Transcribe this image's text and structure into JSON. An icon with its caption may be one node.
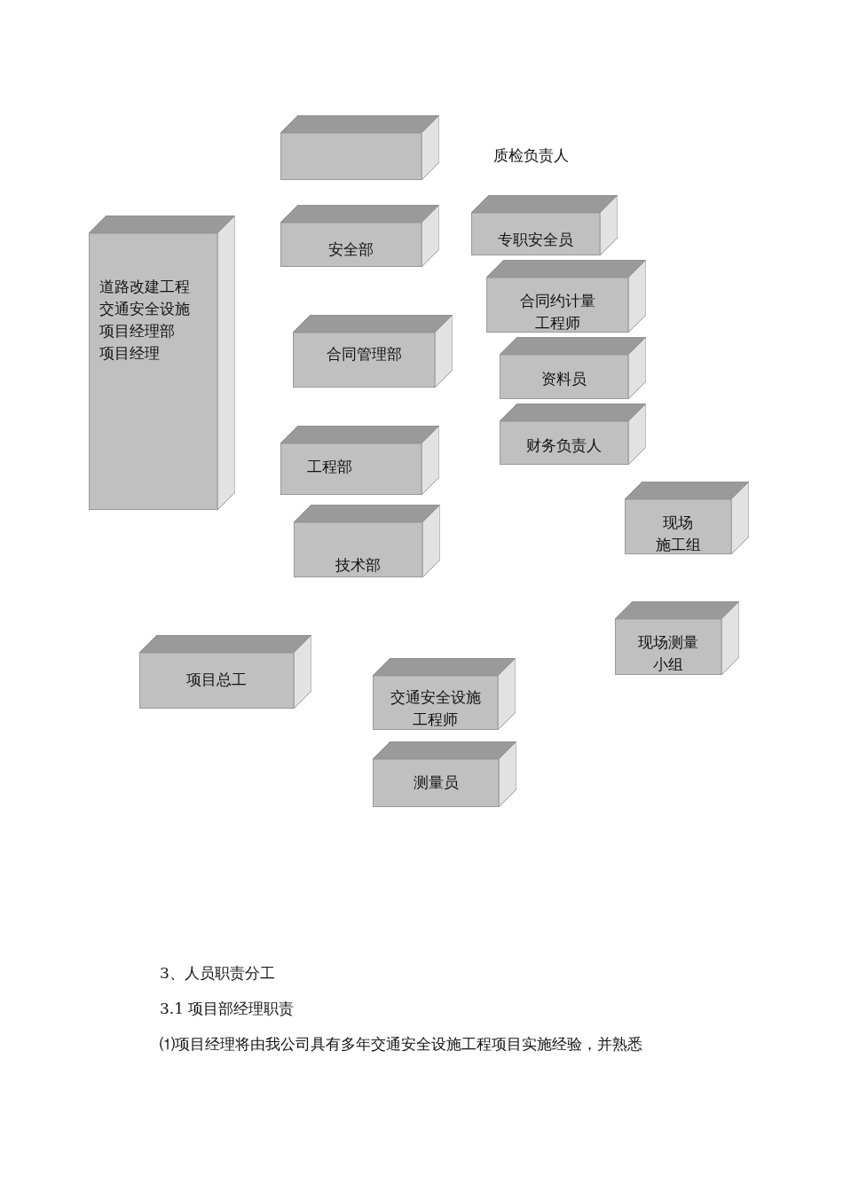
{
  "diagram": {
    "nodes": [
      {
        "text": [],
        "shape": "box"
      },
      {
        "text": [
          "专职安全员"
        ]
      },
      {
        "text": [
          "安全部"
        ]
      },
      {
        "text": [
          "道路改建工程交通安全设施项目经理部项目经理"
        ]
      },
      {
        "text": [
          "合同约计量工程师"
        ]
      },
      {
        "text": [
          "合同管理部"
        ]
      },
      {
        "text": [
          "资料员"
        ]
      },
      {
        "text": [
          "财务负责人"
        ]
      },
      {
        "text": [
          "工程部"
        ]
      },
      {
        "text": [
          "现场施工组"
        ]
      },
      {
        "text": [
          "技术部"
        ]
      },
      {
        "text": [
          "现场测量小组"
        ]
      },
      {
        "text": [
          "项目总工"
        ]
      },
      {
        "text": [
          "交通安全设施工程师"
        ]
      },
      {
        "text": [
          "测量员"
        ]
      }
    ],
    "edges": [],
    "labels": [
      "质检负责人",
      "3、人员职责分工",
      "3.1 项目部经理职责",
      "⑴项目经理将由我公司具有多年交通安全设施工程项目实施经验，并熟悉"
    ]
  }
}
